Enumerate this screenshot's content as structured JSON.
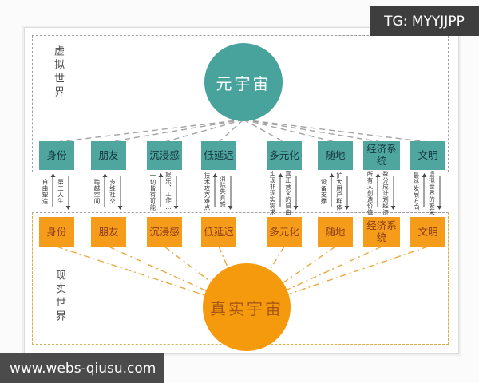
{
  "watermarks": {
    "top_right": "TG: MYYJJPP",
    "bottom_left": "www.webs-qiusu.com"
  },
  "worlds": {
    "virtual_label": "虚拟世界",
    "real_label": "现实世界"
  },
  "circles": {
    "metaverse": "元宇宙",
    "real_universe": "真实宇宙"
  },
  "elements": [
    "身份",
    "朋友",
    "沉浸感",
    "低延迟",
    "多元化",
    "随地",
    "经济系统",
    "文明"
  ],
  "mappings": [
    {
      "left": "自由塑造",
      "right": "第二人生"
    },
    {
      "left": "跨越空间",
      "right": "多维社交"
    },
    {
      "left": "一切皆有可能",
      "right": "娱乐、工作…"
    },
    {
      "left": "技术攻克难点",
      "right": "消除失真感"
    },
    {
      "left": "实现非现实需求",
      "right": "真正意义的自由"
    },
    {
      "left": "设备支撑",
      "right": "扩大用户群体"
    },
    {
      "left": "所有人创造价值",
      "right": "数分成计划经济"
    },
    {
      "left": "最终发展方向",
      "right": "虚拟世界的繁荣"
    }
  ],
  "colors": {
    "metaverse_circle": "#48a39c",
    "real_circle": "#f49a0c",
    "virtual_node": "#4ea69e",
    "real_node": "#f59d1b",
    "virtual_connector": "#a3a3a3",
    "real_connector": "#eda63c",
    "virtual_border_dashed": "#9e9e9e",
    "real_border_dashed": "#d6ae4a"
  }
}
